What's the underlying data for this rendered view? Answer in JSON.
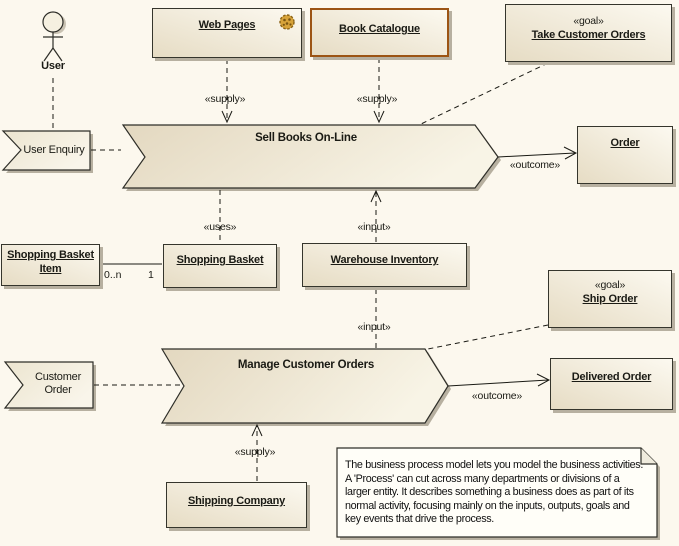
{
  "actor": {
    "label": "User"
  },
  "nodes": {
    "web_pages": {
      "label": "Web Pages"
    },
    "book_catalogue": {
      "label": "Book Catalogue"
    },
    "take_customer_orders": {
      "stereotype": "«goal»",
      "label": "Take Customer Orders"
    },
    "order": {
      "label": "Order"
    },
    "user_enquiry": {
      "label": "User Enquiry"
    },
    "sell_books": {
      "label": "Sell Books On-Line"
    },
    "shopping_basket_item": {
      "label_line1": "Shopping Basket",
      "label_line2": "Item"
    },
    "shopping_basket": {
      "label": "Shopping Basket"
    },
    "warehouse_inventory": {
      "label": "Warehouse Inventory"
    },
    "ship_order": {
      "stereotype": "«goal»",
      "label": "Ship Order"
    },
    "customer_order": {
      "label_line1": "Customer",
      "label_line2": "Order"
    },
    "manage_customer_orders": {
      "label": "Manage Customer Orders"
    },
    "delivered_order": {
      "label": "Delivered Order"
    },
    "shipping_company": {
      "label": "Shipping Company"
    }
  },
  "connector_labels": {
    "supply_web": "«supply»",
    "supply_catalogue": "«supply»",
    "outcome_order": "«outcome»",
    "uses": "«uses»",
    "input_sell": "«input»",
    "input_manage": "«input»",
    "outcome_delivered": "«outcome»",
    "supply_shipping": "«supply»",
    "mult_0n": "0..n",
    "mult_1": "1"
  },
  "note": {
    "text": "The business process model lets you model the business activities. A 'Process' can cut across many departments or divisions of a larger entity. It describes something a business does as part of its normal activity, focusing mainly on the inputs, outputs, goals and key events that drive the process."
  },
  "colors": {
    "background": "#fcf8ee",
    "node_fill_light": "#fcf9f0",
    "node_fill_dark": "#e6dcc4",
    "border": "#35352c",
    "catalogue_border": "#9c5414",
    "shadow": "#b7b0a0",
    "note_fill": "#fffef8",
    "icon_gold": "#d7a33a"
  }
}
